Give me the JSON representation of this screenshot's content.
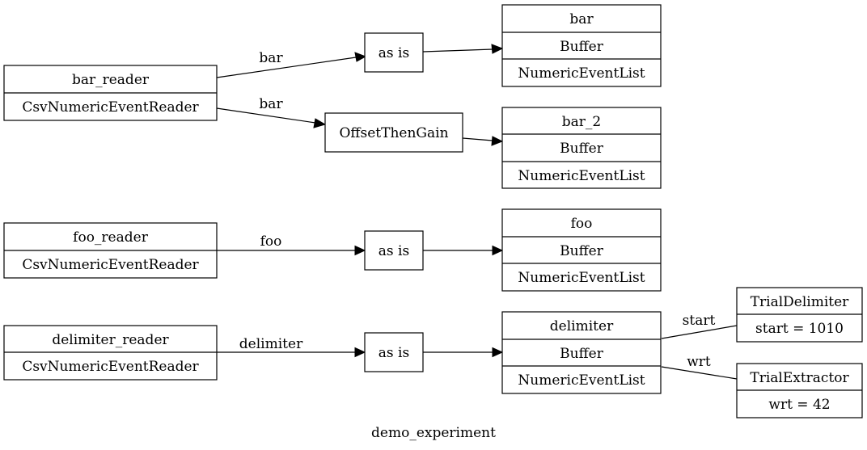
{
  "readers": {
    "bar": {
      "name": "bar_reader",
      "type": "CsvNumericEventReader"
    },
    "foo": {
      "name": "foo_reader",
      "type": "CsvNumericEventReader"
    },
    "delimiter": {
      "name": "delimiter_reader",
      "type": "CsvNumericEventReader"
    }
  },
  "transforms": {
    "bar_asis": "as is",
    "bar_offset": "OffsetThenGain",
    "foo_asis": "as is",
    "delimiter_asis": "as is"
  },
  "buffers": {
    "bar": {
      "name": "bar",
      "kind": "Buffer",
      "type": "NumericEventList"
    },
    "bar_2": {
      "name": "bar_2",
      "kind": "Buffer",
      "type": "NumericEventList"
    },
    "foo": {
      "name": "foo",
      "kind": "Buffer",
      "type": "NumericEventList"
    },
    "delimiter": {
      "name": "delimiter",
      "kind": "Buffer",
      "type": "NumericEventList"
    }
  },
  "trials": {
    "delimiter": {
      "name": "TrialDelimiter",
      "param": "start = 1010"
    },
    "extractor": {
      "name": "TrialExtractor",
      "param": "wrt = 42"
    }
  },
  "edges": {
    "bar_to_asis": "bar",
    "bar_to_offset": "bar",
    "foo_to_asis": "foo",
    "delimiter_to_asis": "delimiter",
    "start": "start",
    "wrt": "wrt"
  },
  "caption": "demo_experiment"
}
